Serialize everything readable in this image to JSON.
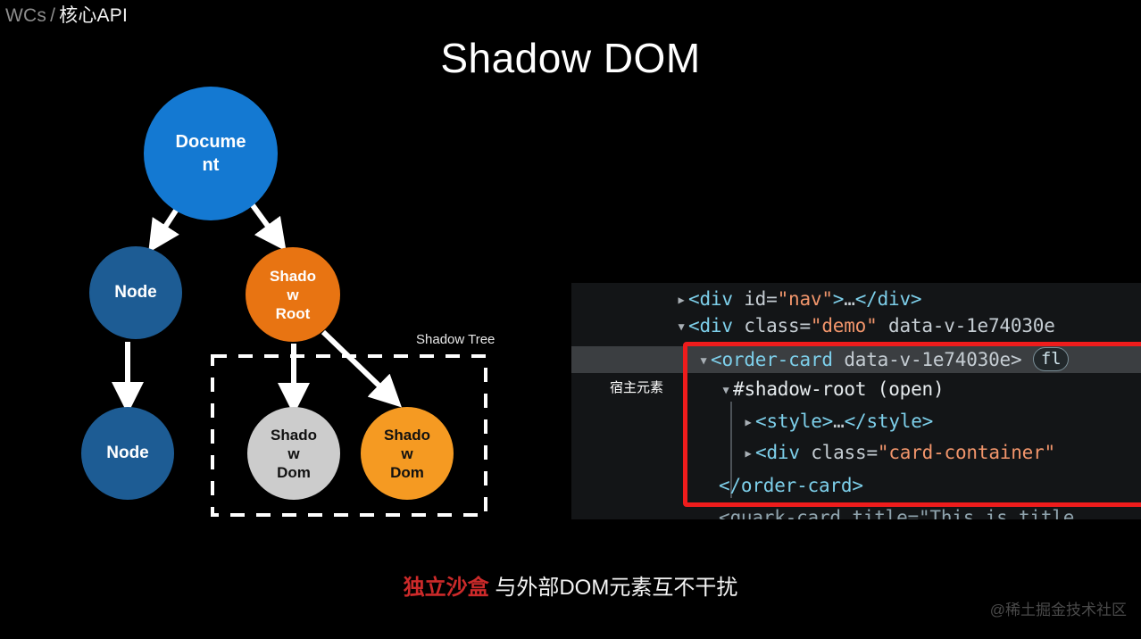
{
  "breadcrumb": {
    "root": "WCs",
    "separator": "/",
    "current": "核心API"
  },
  "title": "Shadow DOM",
  "diagram": {
    "shadow_tree_label": "Shadow Tree",
    "nodes": {
      "document": {
        "line1": "Docume",
        "line2": "nt",
        "color": "#1479d2"
      },
      "node_top": {
        "line1": "Node",
        "color": "#1d5c94"
      },
      "shadow_root": {
        "line1": "Shado",
        "line2": "w",
        "line3": "Root",
        "color": "#e87412"
      },
      "node_bottom": {
        "line1": "Node",
        "color": "#1d5c94"
      },
      "shadow_dom_gray": {
        "line1": "Shado",
        "line2": "w",
        "line3": "Dom",
        "color": "#cccccc"
      },
      "shadow_dom_orange": {
        "line1": "Shado",
        "line2": "w",
        "line3": "Dom",
        "color": "#f59a22"
      }
    }
  },
  "devtools": {
    "host_label": "宿主元素",
    "flex_badge": "fl",
    "lines": {
      "l1": {
        "tag_open": "<div",
        "attr": " id=",
        "val": "\"nav\"",
        "close": ">",
        "ellipsis": "…",
        "tag_close": "</div>"
      },
      "l2": {
        "tag_open": "<div",
        "attr": " class=",
        "val": "\"demo\"",
        "rest": " data-v-1e74030e"
      },
      "l3": {
        "tag_open": "<order-card",
        "rest": " data-v-1e74030e>"
      },
      "l4": {
        "text": "#shadow-root (open)"
      },
      "l5": {
        "tag_open": "<style>",
        "ellipsis": "…",
        "tag_close": "</style>"
      },
      "l6": {
        "tag_open": "<div",
        "attr": " class=",
        "val": "\"card-container\""
      },
      "l7": {
        "tag_close": "</order-card>"
      },
      "l8": {
        "text": "<quark-card title=\"This is title"
      }
    }
  },
  "caption": {
    "highlight": "独立沙盒",
    "rest": "与外部DOM元素互不干扰"
  },
  "watermark": "@稀土掘金技术社区"
}
